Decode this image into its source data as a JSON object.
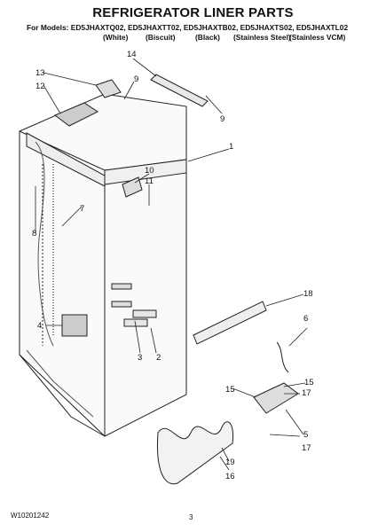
{
  "title": "REFRIGERATOR LINER PARTS",
  "models_line": "For Models: ED5JHAXTQ02, ED5JHAXTT02, ED5JHAXTB02, ED5JHAXTS02, ED5JHAXTL02",
  "colors": [
    "(White)",
    "(Biscuit)",
    "(Black)",
    "(Stainless Steel)",
    "(Stainless VCM)"
  ],
  "callouts": [
    "1",
    "2",
    "3",
    "4",
    "5",
    "6",
    "7",
    "8",
    "9",
    "9",
    "10",
    "11",
    "12",
    "13",
    "14",
    "15",
    "15",
    "16",
    "17",
    "17",
    "18",
    "19"
  ],
  "footer": {
    "code": "W10201242",
    "page": "3"
  }
}
